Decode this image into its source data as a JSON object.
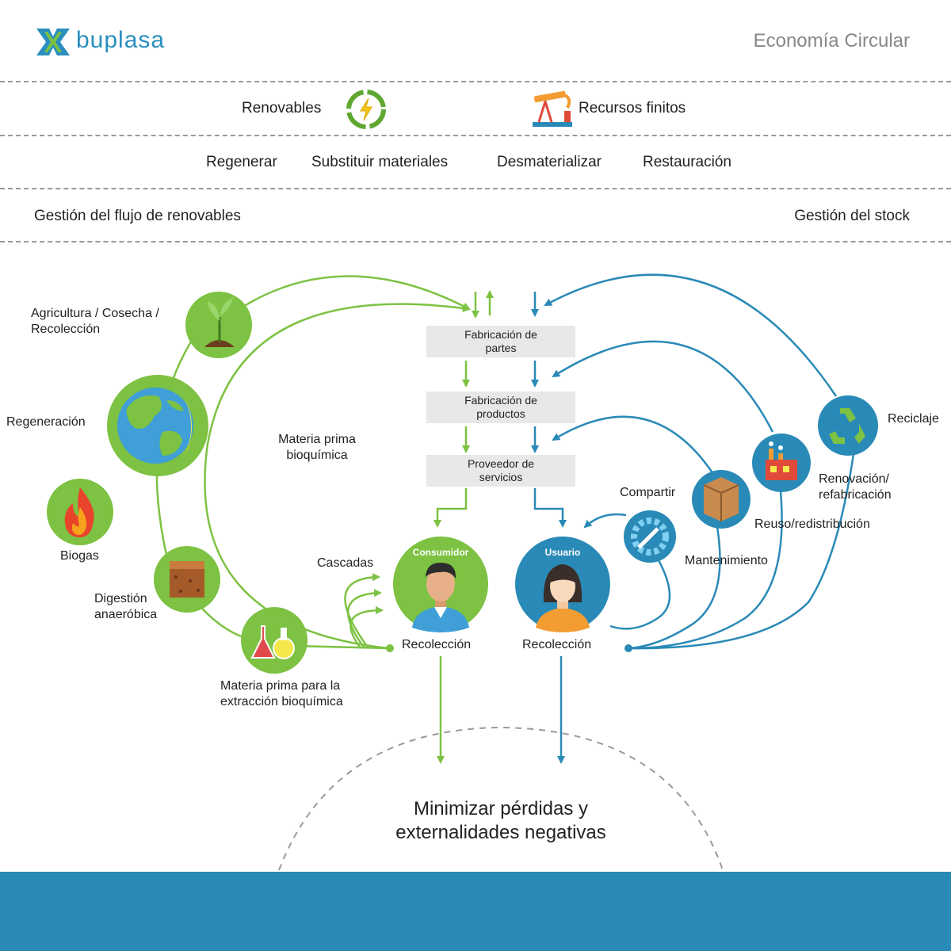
{
  "header": {
    "brand": "buplasa",
    "title": "Economía Circular"
  },
  "resources": {
    "renewables": "Renovables",
    "finite": "Recursos finitos"
  },
  "strategies": [
    "Regenerar",
    "Substituir materiales",
    "Desmaterializar",
    "Restauración"
  ],
  "management": {
    "left": "Gestión del flujo de renovables",
    "right": "Gestión del stock"
  },
  "left_cycle": {
    "agriculture": "Agricultura / Cosecha / Recolección",
    "regeneration": "Regeneración",
    "biogas": "Biogas",
    "anaerobic": "Digestión anaeróbica",
    "extraction": "Materia prima para la extracción bioquímica",
    "biochem": "Materia prima bioquímica",
    "cascades": "Cascadas"
  },
  "process": {
    "parts": "Fabricación de partes",
    "products": "Fabricación de productos",
    "services": "Proveedor de servicios"
  },
  "people": {
    "consumer": "Consumidor",
    "user": "Usuario",
    "collection_left": "Recolección",
    "collection_right": "Recolección"
  },
  "right_cycle": {
    "share": "Compartir",
    "maintenance": "Mantenimiento",
    "reuse": "Reuso/redistribución",
    "refurbish": "Renovación/ refabricación",
    "recycle": "Reciclaje"
  },
  "footer": {
    "line1": "Minimizar pérdidas y",
    "line2": "externalidades negativas"
  },
  "colors": {
    "green": "#7dc242",
    "dark_green": "#5ea832",
    "blue": "#2a8ab7",
    "gray_box": "#e8e8e8"
  }
}
